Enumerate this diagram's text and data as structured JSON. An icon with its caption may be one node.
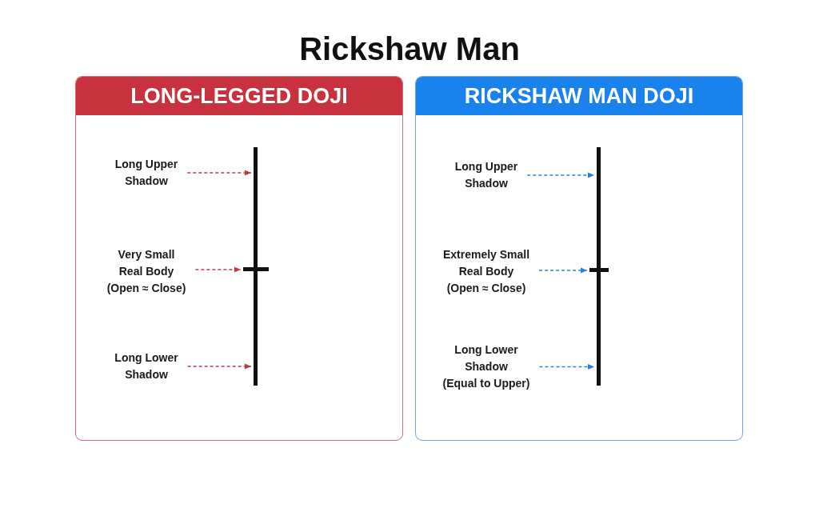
{
  "diagram": {
    "title": "Rickshaw Man",
    "nodes": [
      {
        "text": [
          "LONG-LEGGED DOJI"
        ]
      },
      {
        "text": [
          "Long Upper Shadow"
        ],
        "in": 0
      },
      {
        "text": [],
        "shape": "bar",
        "in": 0
      },
      {
        "text": [
          "Very Small Real Body (Open ≈ Close)"
        ],
        "in": 0
      },
      {
        "text": [],
        "shape": "bar",
        "in": 0
      },
      {
        "text": [
          "Long Lower Shadow"
        ],
        "in": 0
      },
      {
        "text": [],
        "shape": "bar",
        "in": 0
      },
      {
        "text": [
          "RICKSHAW MAN DOJI"
        ]
      },
      {
        "text": [
          "Long Upper Shadow"
        ],
        "in": 7
      },
      {
        "text": [],
        "shape": "bar",
        "in": 7
      },
      {
        "text": [
          "Extremely Small Real Body (Open ≈ Close)"
        ],
        "in": 7
      },
      {
        "text": [],
        "shape": "bar",
        "in": 7
      },
      {
        "text": [
          "Long Lower Shadow (Equal to Upper)"
        ],
        "in": 7
      },
      {
        "text": [],
        "shape": "bar",
        "in": 7
      }
    ],
    "edges": [
      {
        "from": 1,
        "to": 2,
        "arrow": "to",
        "style": "dashed",
        "color": "#c0394a"
      },
      {
        "from": 3,
        "to": 4,
        "arrow": "to",
        "style": "dashed",
        "color": "#c0394a"
      },
      {
        "from": 5,
        "to": 6,
        "arrow": "to",
        "style": "dashed",
        "color": "#c0394a"
      },
      {
        "from": 8,
        "to": 9,
        "arrow": "to",
        "style": "dashed",
        "color": "#2a7fd8"
      },
      {
        "from": 10,
        "to": 11,
        "arrow": "to",
        "style": "dashed",
        "color": "#2a7fd8"
      },
      {
        "from": 12,
        "to": 13,
        "arrow": "to",
        "style": "dashed",
        "color": "#2a7fd8"
      }
    ]
  }
}
